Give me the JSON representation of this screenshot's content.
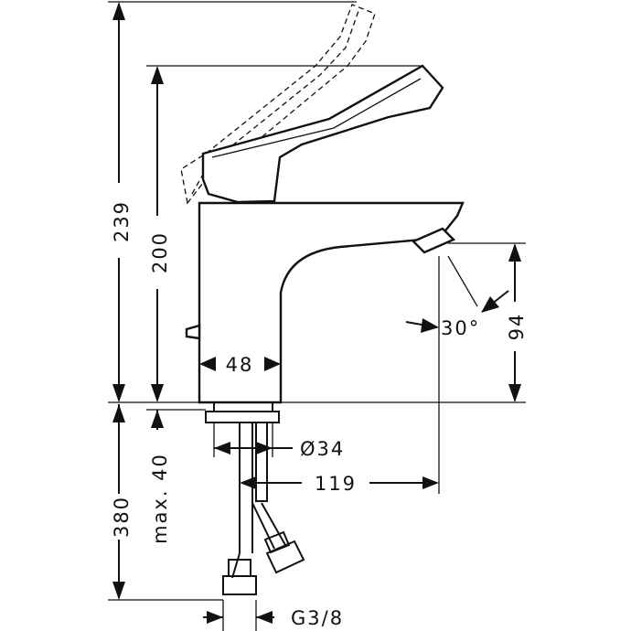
{
  "dimensions": {
    "total_height": "239",
    "lever_height": "200",
    "spout_height": "94",
    "spout_angle": "30°",
    "body_width": "48",
    "thread_diameter": "Ø34",
    "spout_reach": "119",
    "max_deck_thickness": "max. 40",
    "hose_length": "380",
    "connection_thread": "G3/8"
  }
}
